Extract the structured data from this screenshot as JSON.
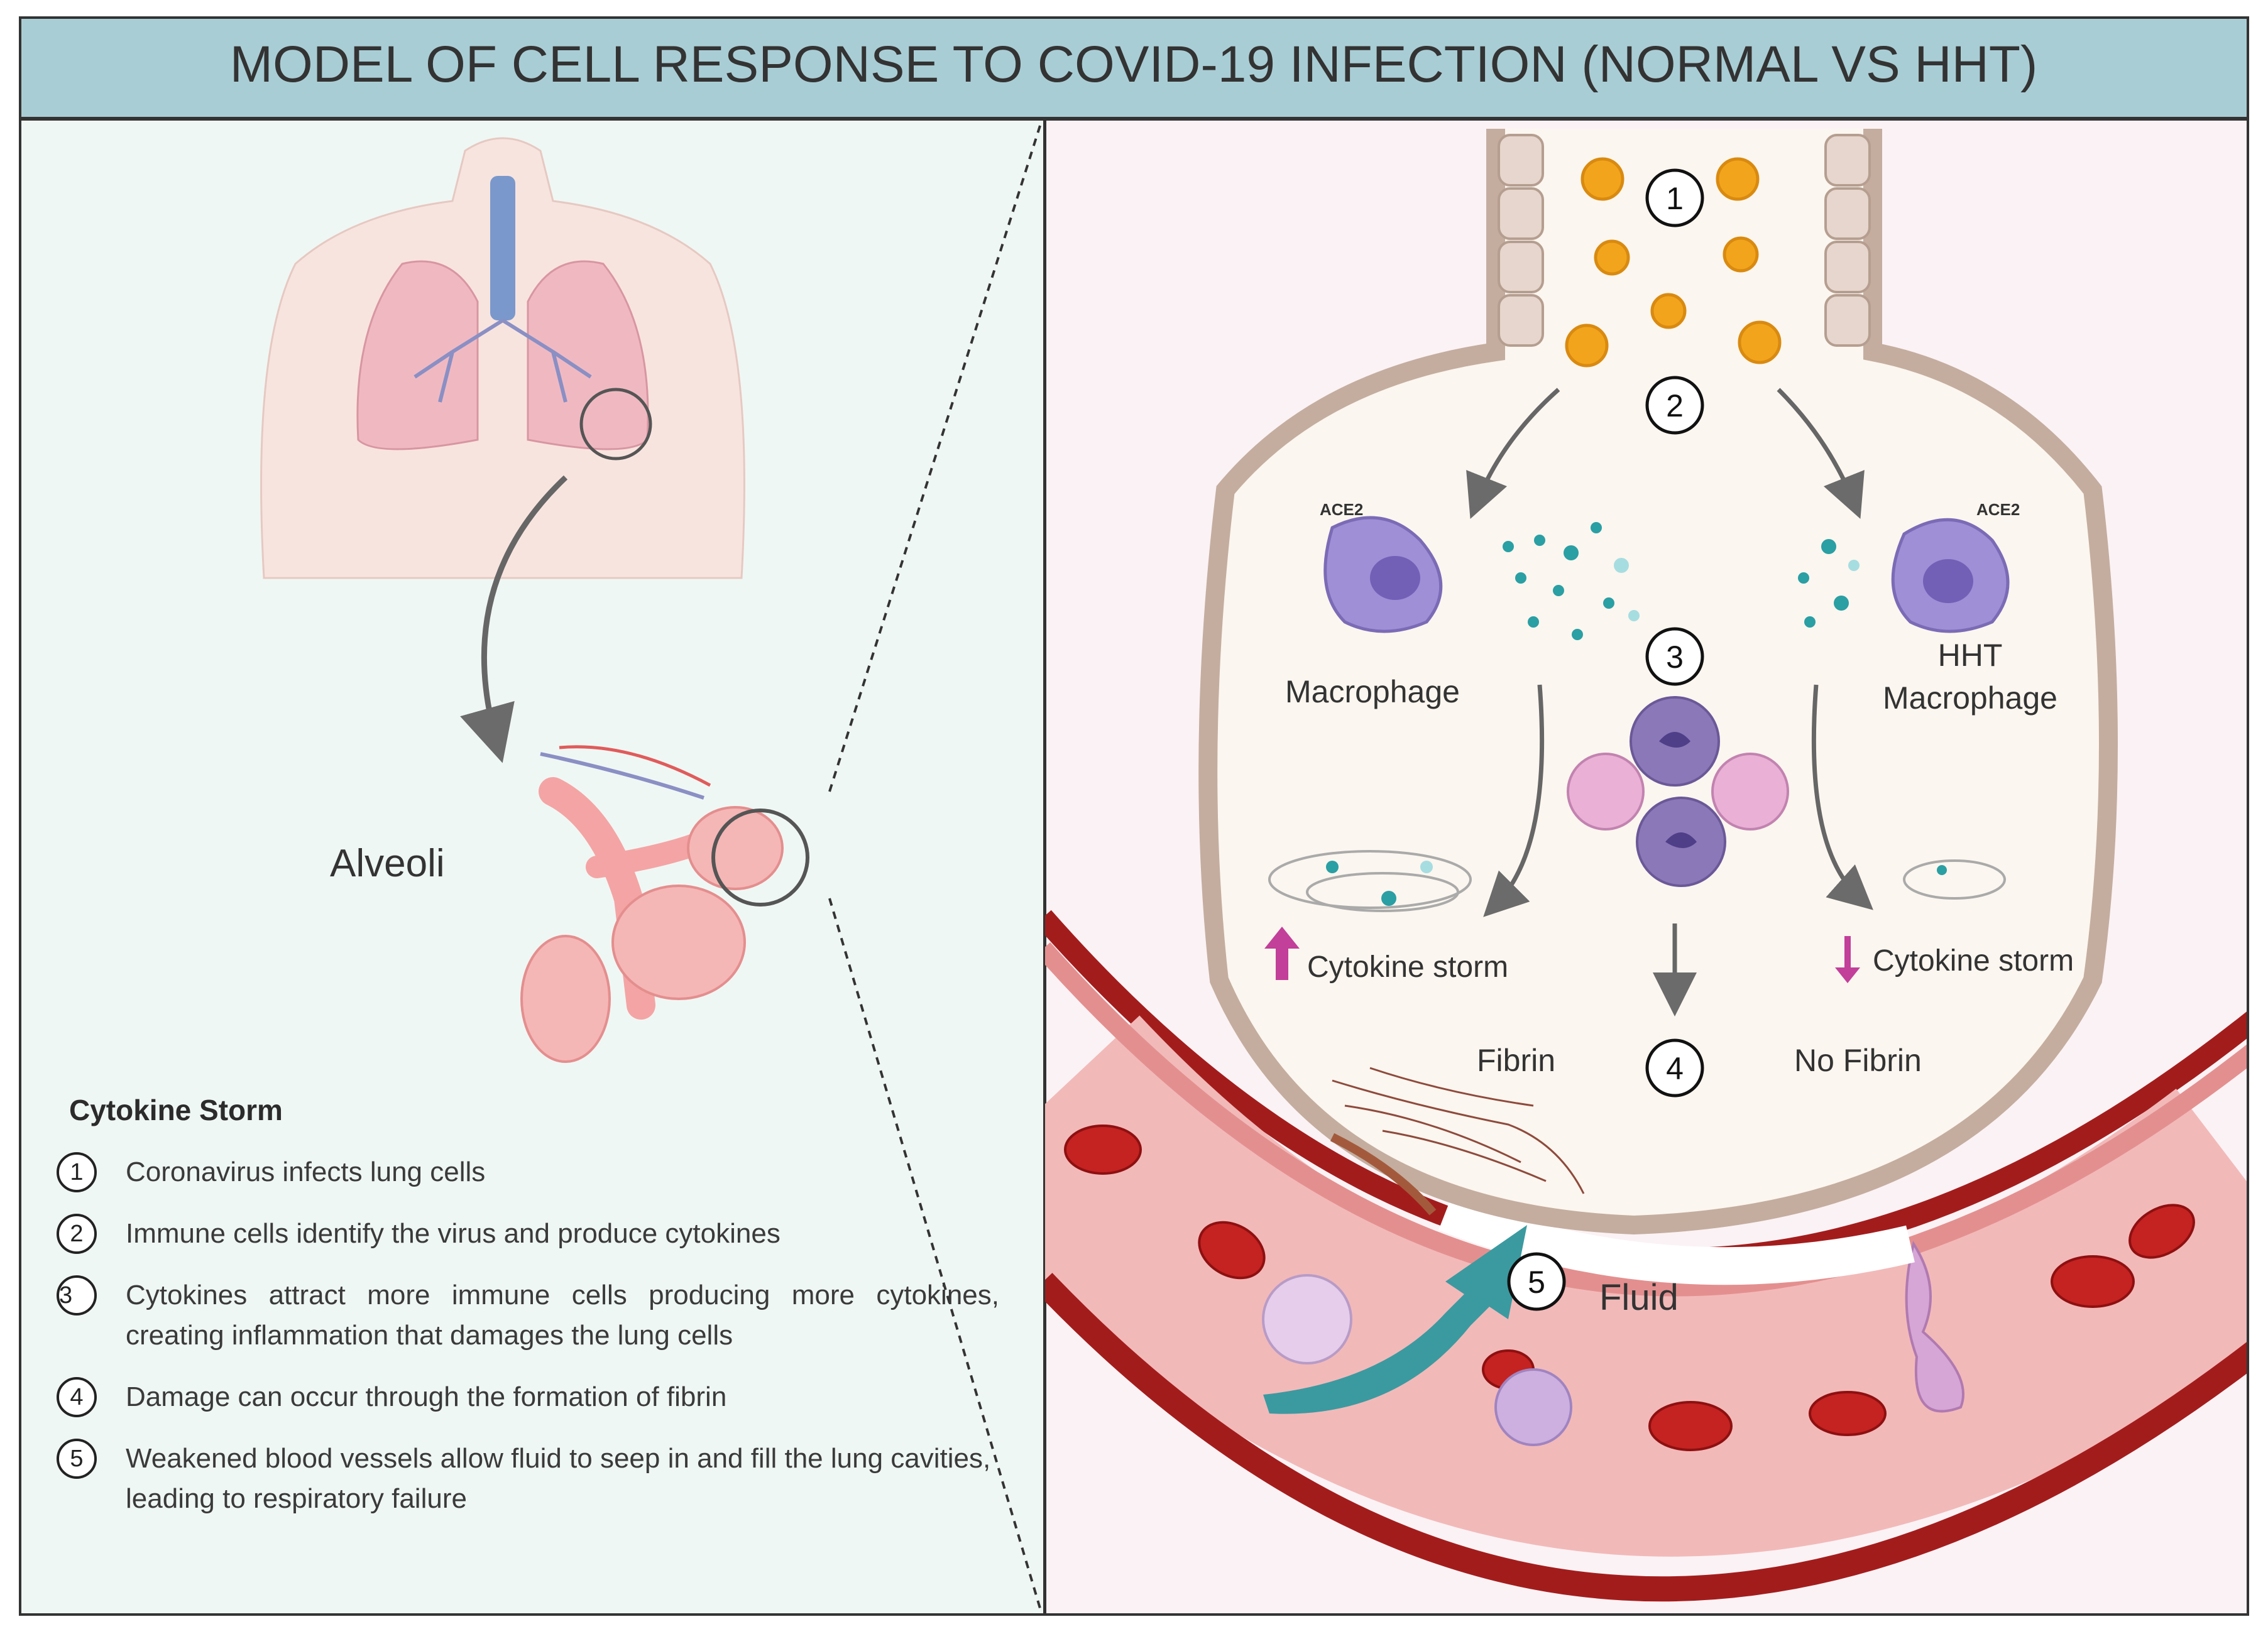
{
  "title": "MODEL OF CELL RESPONSE TO COVID-19 INFECTION (NORMAL VS HHT)",
  "left_panel": {
    "alveoli_label": "Alveoli",
    "legend_title": "Cytokine Storm",
    "legend": [
      {
        "num": "1",
        "text": "Coronavirus infects lung cells"
      },
      {
        "num": "2",
        "text": "Immune cells identify the virus and produce cytokines"
      },
      {
        "num": "3",
        "text": "Cytokines attract more immune cells producing more cytokines, creating inflammation that damages the lung cells"
      },
      {
        "num": "4",
        "text": "Damage can occur through the formation of fibrin"
      },
      {
        "num": "5",
        "text": "Weakened blood vessels allow fluid to seep in and fill the lung cavities, leading to respiratory failure"
      }
    ]
  },
  "right_panel": {
    "step_numbers": [
      "1",
      "2",
      "3",
      "4",
      "5"
    ],
    "ace2_left": "ACE2",
    "ace2_right": "ACE2",
    "macrophage_left": "Macrophage",
    "macrophage_right_line1": "HHT",
    "macrophage_right_line2": "Macrophage",
    "cytokine_storm_left": "Cytokine storm",
    "cytokine_storm_right": "Cytokine storm",
    "fibrin": "Fibrin",
    "no_fibrin": "No Fibrin",
    "fluid": "Fluid"
  },
  "colors": {
    "title_bar": "#a9cdd5",
    "left_bg": "#eff7f4",
    "right_bg": "#fbf2f5",
    "virus": "#f2a51c",
    "macrophage": "#9e8fd6",
    "vessel_dark": "#a31c1c",
    "vessel_light": "#f2b9b9",
    "fluid_arrow": "#3b9aa0",
    "arrow_up": "#c23f9a"
  }
}
